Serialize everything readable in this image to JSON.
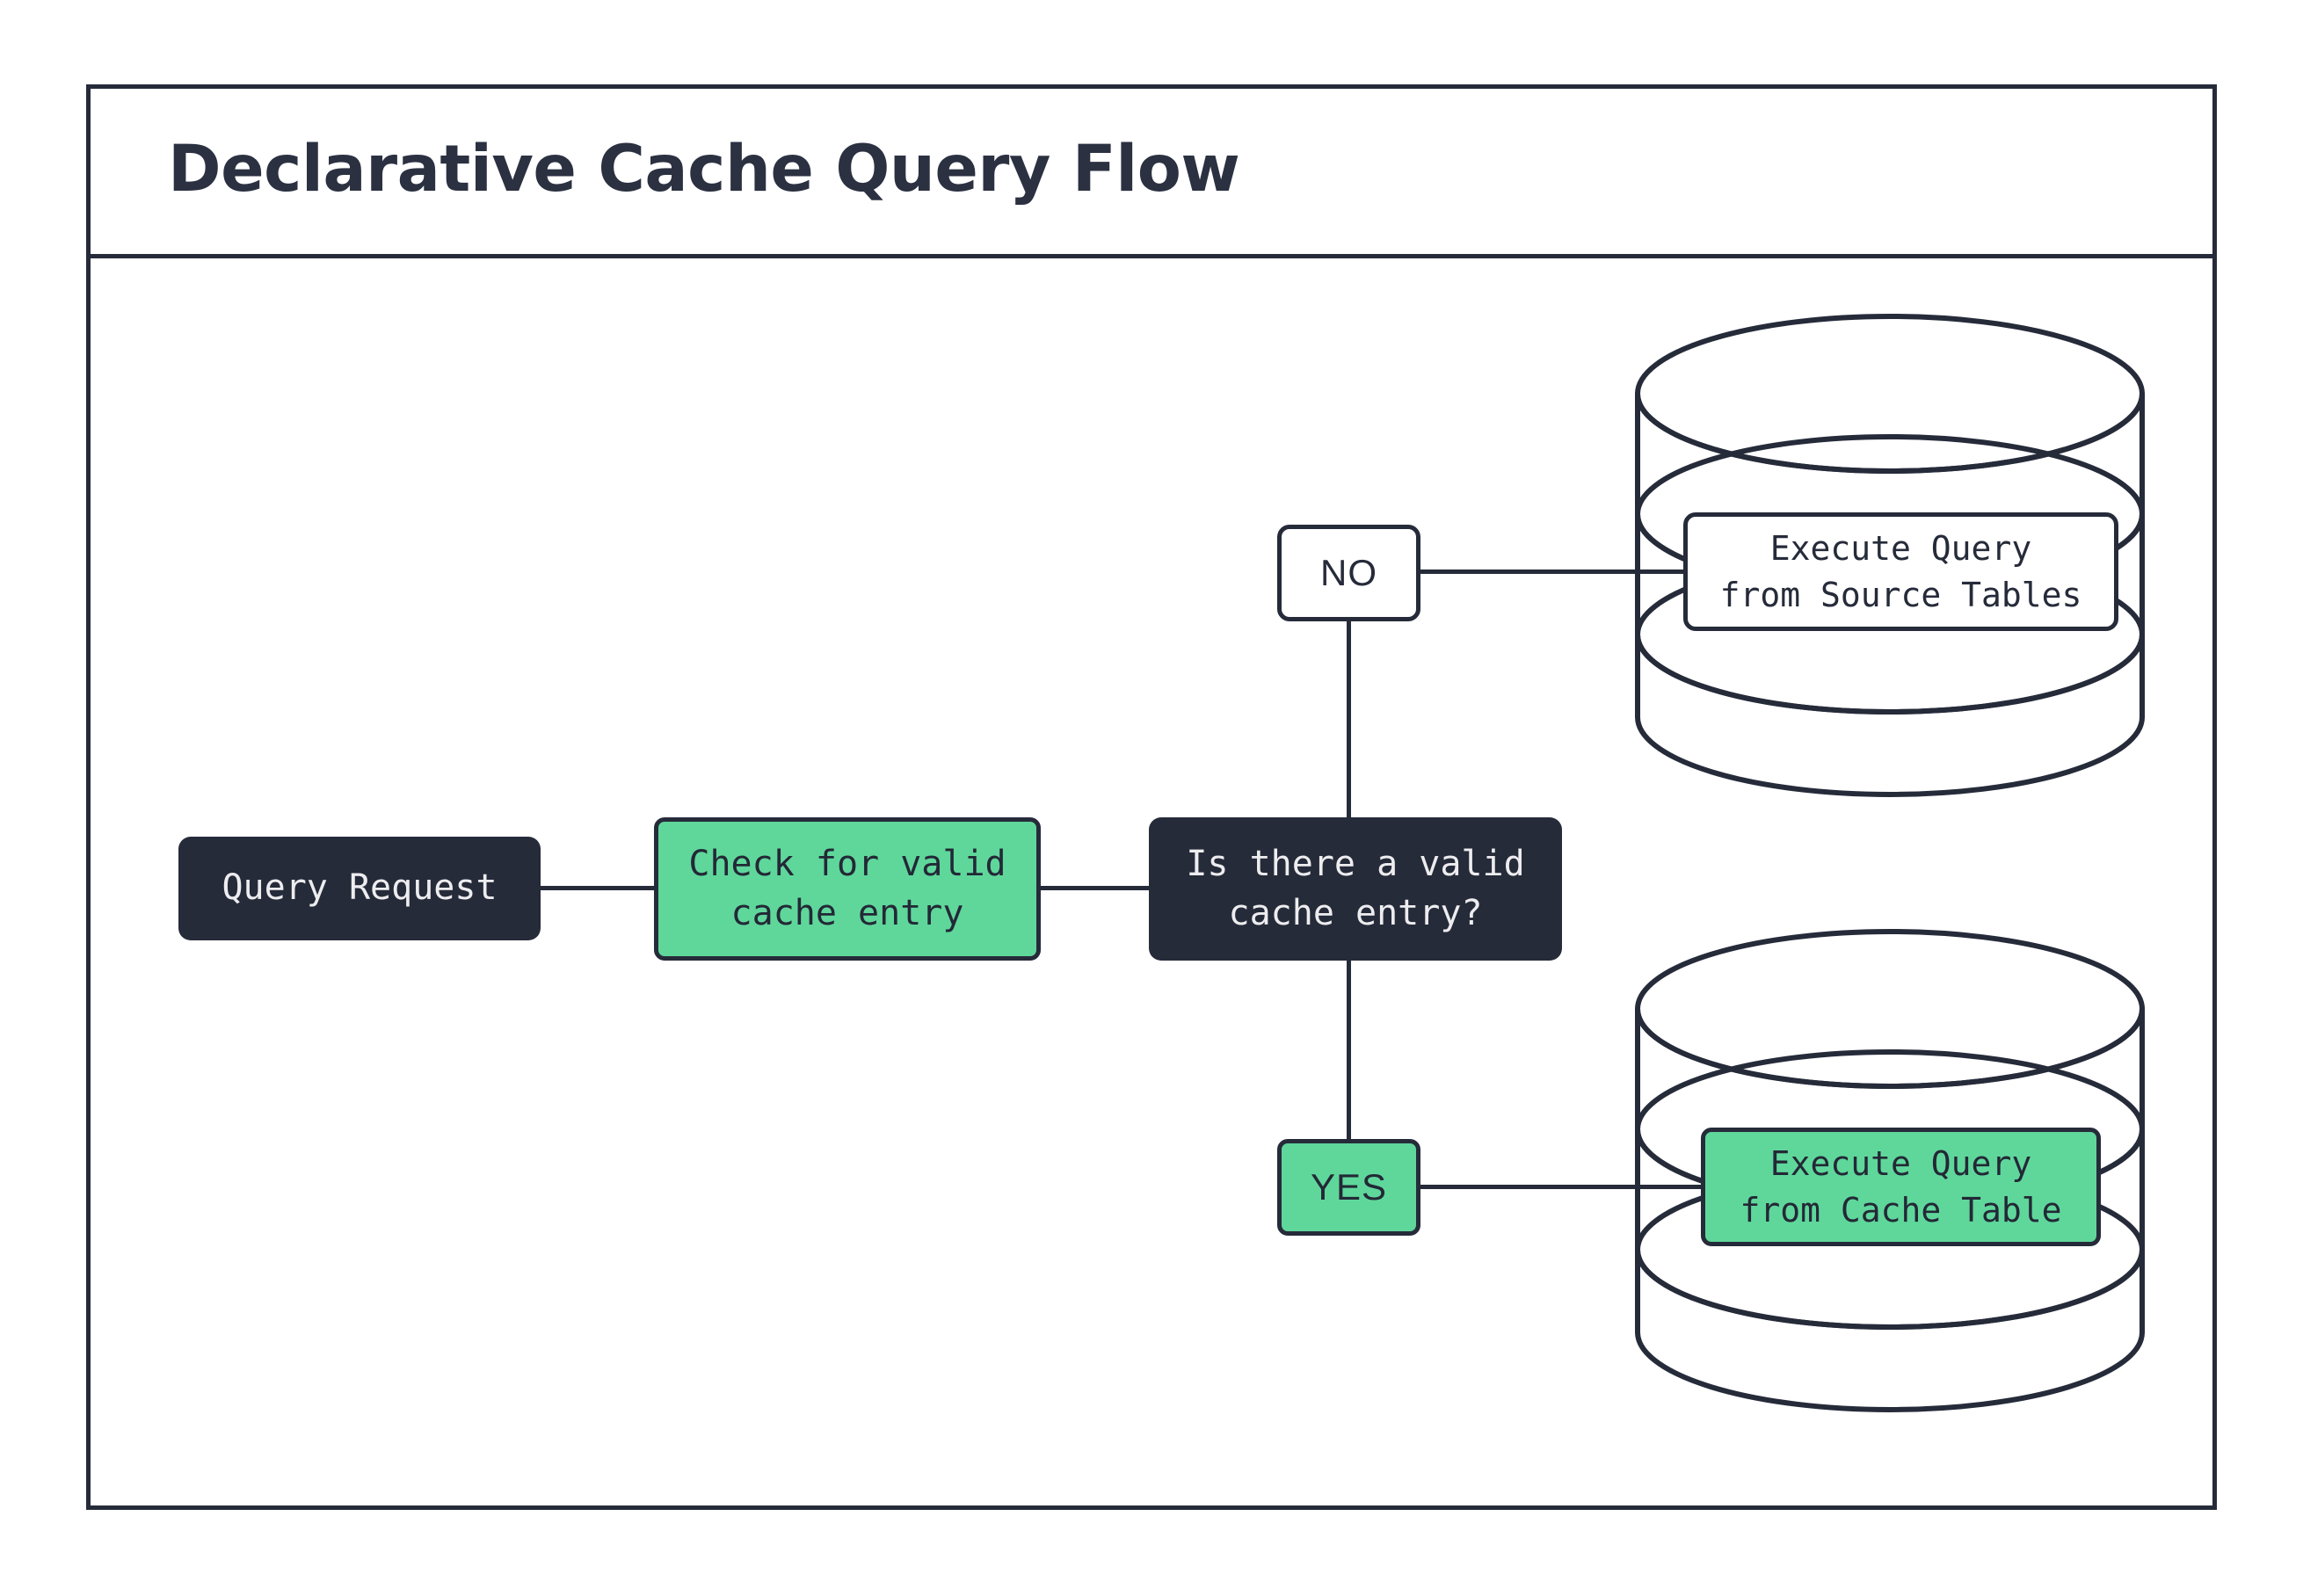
{
  "diagram": {
    "title": "Declarative Cache Query Flow",
    "type": "flowchart",
    "colors": {
      "dark": "#262B3A",
      "green": "#5FD79B",
      "white": "#FFFFFF",
      "title_text": "#2B3141",
      "light_text": "#EDEDEF"
    },
    "nodes": {
      "query_request": {
        "label": "Query Request",
        "style": "dark"
      },
      "check_cache": {
        "label": "Check for valid\ncache entry",
        "style": "green"
      },
      "decision": {
        "label": "Is there a valid\ncache entry?",
        "style": "dark"
      },
      "no_label": {
        "label": "NO",
        "style": "plain"
      },
      "yes_label": {
        "label": "YES",
        "style": "green"
      },
      "source_tables": {
        "label": "Execute Query\nfrom Source Tables",
        "style": "plain"
      },
      "cache_table": {
        "label": "Execute Query\nfrom Cache Table",
        "style": "green"
      }
    },
    "databases": [
      {
        "name": "source-database-cylinder",
        "discs": 3
      },
      {
        "name": "cache-database-cylinder",
        "discs": 3
      }
    ],
    "edges": [
      {
        "from": "query_request",
        "to": "check_cache"
      },
      {
        "from": "check_cache",
        "to": "decision"
      },
      {
        "from": "decision",
        "to": "no_label"
      },
      {
        "from": "decision",
        "to": "yes_label"
      },
      {
        "from": "no_label",
        "to": "source_tables"
      },
      {
        "from": "yes_label",
        "to": "cache_table"
      }
    ]
  }
}
